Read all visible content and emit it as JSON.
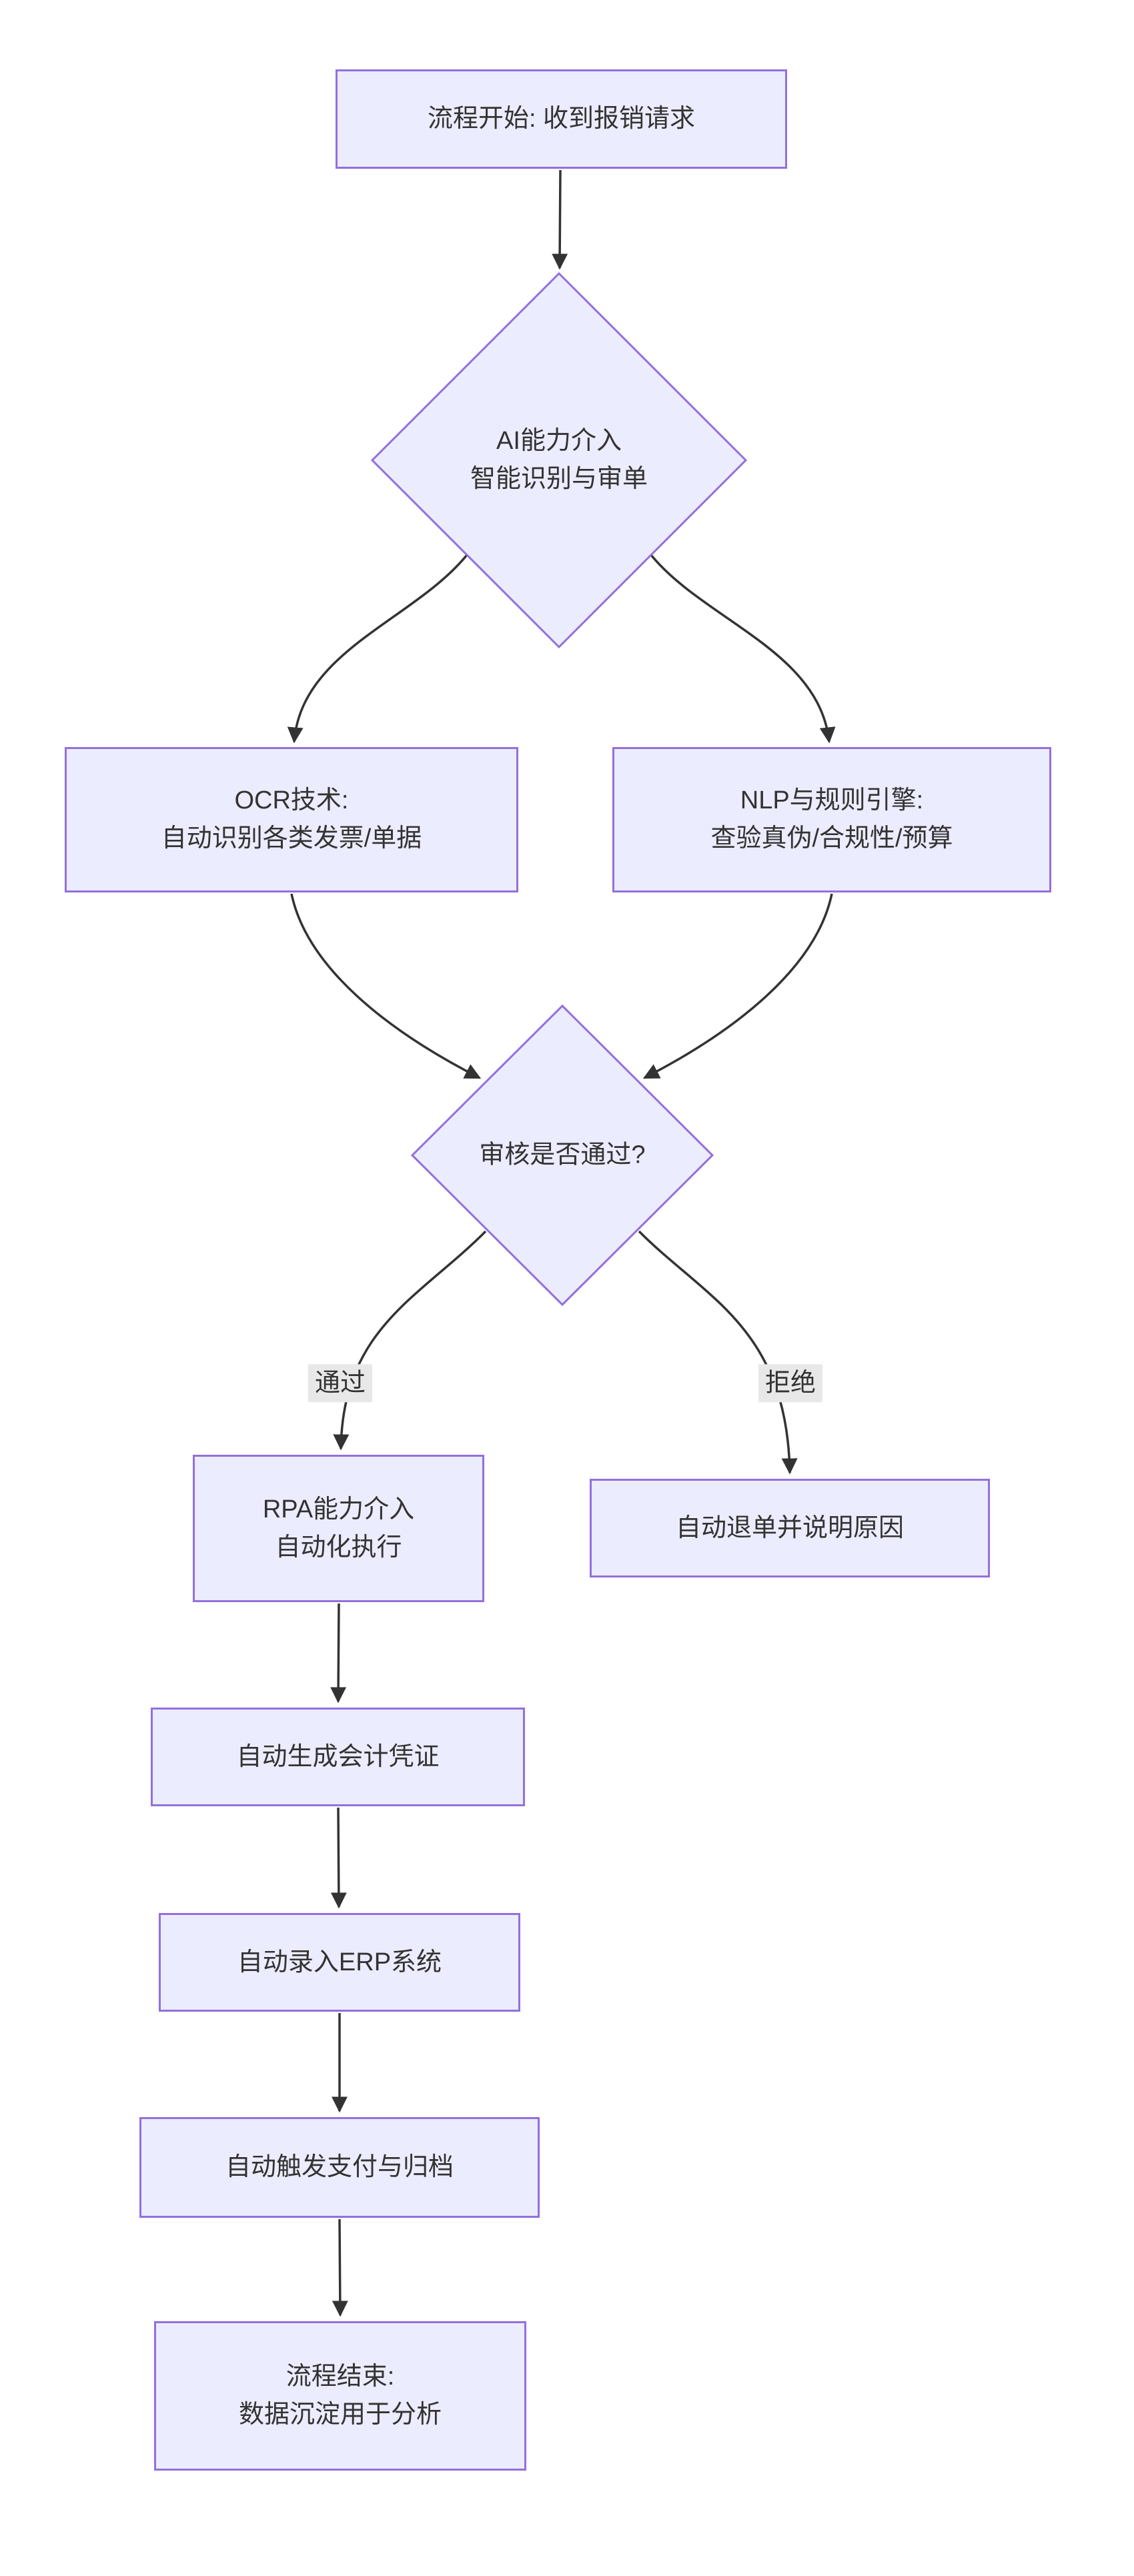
{
  "diagram": {
    "type": "flowchart",
    "direction": "top-down",
    "nodes": {
      "start": {
        "label": "流程开始: 收到报销请求",
        "shape": "rect"
      },
      "ai": {
        "label": "AI能力介入\n智能识别与审单",
        "shape": "diamond"
      },
      "ocr": {
        "label": "OCR技术:\n自动识别各类发票/单据",
        "shape": "rect"
      },
      "nlp": {
        "label": "NLP与规则引擎:\n查验真伪/合规性/预算",
        "shape": "rect"
      },
      "review": {
        "label": "审核是否通过?",
        "shape": "diamond"
      },
      "rpa": {
        "label": "RPA能力介入\n自动化执行",
        "shape": "rect"
      },
      "return": {
        "label": "自动退单并说明原因",
        "shape": "rect"
      },
      "voucher": {
        "label": "自动生成会计凭证",
        "shape": "rect"
      },
      "erp": {
        "label": "自动录入ERP系统",
        "shape": "rect"
      },
      "payment": {
        "label": "自动触发支付与归档",
        "shape": "rect"
      },
      "end": {
        "label": "流程结束:\n数据沉淀用于分析",
        "shape": "rect"
      }
    },
    "edge_labels": {
      "pass": "通过",
      "reject": "拒绝"
    },
    "edges": [
      {
        "from": "start",
        "to": "ai"
      },
      {
        "from": "ai",
        "to": "ocr"
      },
      {
        "from": "ai",
        "to": "nlp"
      },
      {
        "from": "ocr",
        "to": "review"
      },
      {
        "from": "nlp",
        "to": "review"
      },
      {
        "from": "review",
        "to": "rpa",
        "label": "通过"
      },
      {
        "from": "review",
        "to": "return",
        "label": "拒绝"
      },
      {
        "from": "rpa",
        "to": "voucher"
      },
      {
        "from": "voucher",
        "to": "erp"
      },
      {
        "from": "erp",
        "to": "payment"
      },
      {
        "from": "payment",
        "to": "end"
      }
    ],
    "colors": {
      "node_fill": "#ECECFF",
      "node_border": "#9370DB",
      "edge": "#333333",
      "text": "#333333",
      "label_bg": "#e8e8e8",
      "background": "#ffffff"
    }
  }
}
